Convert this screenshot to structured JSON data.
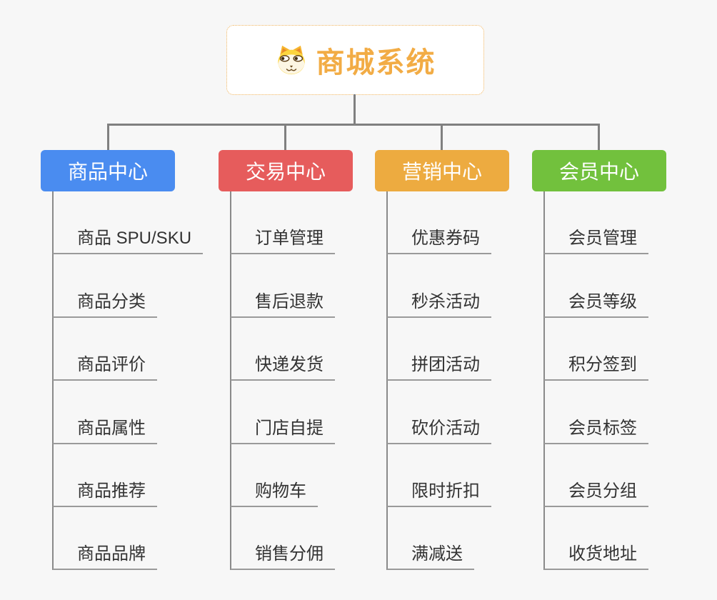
{
  "page": {
    "background_color": "#f7f7f7",
    "connector_color": "#808080"
  },
  "root": {
    "title": "商城系统",
    "icon": "dog-face-icon",
    "title_color": "#f2ac45",
    "border_color": "#f0b35c"
  },
  "branches": [
    {
      "label": "商品中心",
      "color": "#4a8cf0",
      "items": [
        "商品 SPU/SKU",
        "商品分类",
        "商品评价",
        "商品属性",
        "商品推荐",
        "商品品牌"
      ]
    },
    {
      "label": "交易中心",
      "color": "#e65c5c",
      "items": [
        "订单管理",
        "售后退款",
        "快递发货",
        "门店自提",
        "购物车",
        "销售分佣"
      ]
    },
    {
      "label": "营销中心",
      "color": "#edab40",
      "items": [
        "优惠券码",
        "秒杀活动",
        "拼团活动",
        "砍价活动",
        "限时折扣",
        "满减送"
      ]
    },
    {
      "label": "会员中心",
      "color": "#72c13d",
      "items": [
        "会员管理",
        "会员等级",
        "积分签到",
        "会员标签",
        "会员分组",
        "收货地址"
      ]
    }
  ]
}
